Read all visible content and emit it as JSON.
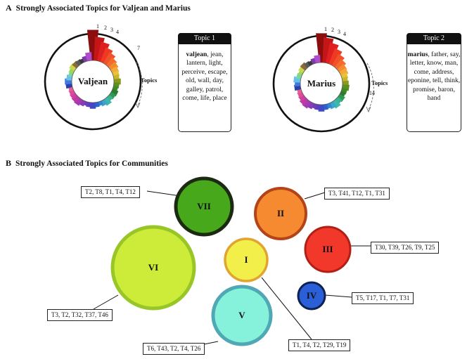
{
  "panel_a": {
    "letter": "A",
    "title": "Strongly Associated Topics for Valjean and Marius",
    "characters": [
      {
        "name": "Valjean",
        "rank_labels": [
          "1",
          "2",
          "3",
          "4"
        ],
        "extra_rank": "7",
        "axis_label": "Topics",
        "topic_header": "Topic 1",
        "keyword": "valjean",
        "other_words": ", jean, lantern, light, perceive, escape, old, wall, day, galley, patrol, come, life, place"
      },
      {
        "name": "Marius",
        "rank_labels": [
          "1",
          "2",
          "3",
          "4"
        ],
        "extra_rank": "14",
        "axis_label": "Topics",
        "topic_header": "Topic 2",
        "keyword": "marius",
        "other_words": ", father, say, letter, know, man, come, address, eponine, tell, think, promise, baron, hand"
      }
    ]
  },
  "panel_b": {
    "letter": "B",
    "title": "Strongly Associated Topics for Communities",
    "communities": [
      {
        "id": "I",
        "topics": "T1, T4, T2, T29, T19",
        "fill": "#f3ef4a",
        "ring": "#e0a531"
      },
      {
        "id": "II",
        "topics": "T3, T41, T12, T1, T31",
        "fill": "#f58a30",
        "ring": "#b34419"
      },
      {
        "id": "III",
        "topics": "T30, T39, T26, T9, T25",
        "fill": "#f2382a",
        "ring": "#b21f14"
      },
      {
        "id": "IV",
        "topics": "T5, T17, T1, T7, T31",
        "fill": "#2a5fd8",
        "ring": "#10204f"
      },
      {
        "id": "V",
        "topics": "T6, T43, T2, T4, T26",
        "fill": "#86f2dc",
        "ring": "#4fa8b4"
      },
      {
        "id": "VI",
        "topics": "T3, T2, T32, T37, T46",
        "fill": "#cdec3a",
        "ring": "#97c626"
      },
      {
        "id": "VII",
        "topics": "T2, T8, T1, T4, T12",
        "fill": "#48a81b",
        "ring": "#1b2a10"
      }
    ]
  }
}
